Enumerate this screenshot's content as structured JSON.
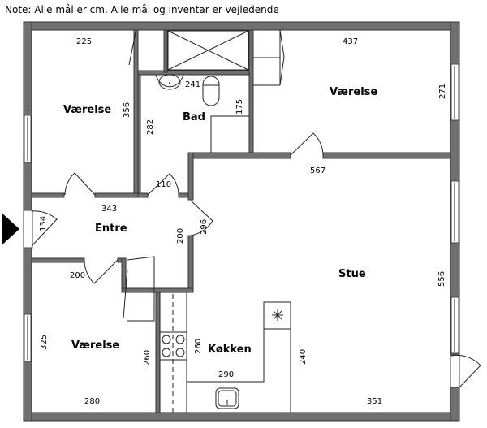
{
  "note": "Note: Alle mål er cm. Alle mål og inventar er vejledende",
  "rooms": {
    "vaerelse_1": "Værelse",
    "bad": "Bad",
    "vaerelse_2": "Værelse",
    "entre": "Entre",
    "stue": "Stue",
    "vaerelse_3": "Værelse",
    "kokken": "Køkken"
  },
  "dimensions": {
    "d225": "225",
    "d356": "356",
    "d241": "241",
    "d282": "282",
    "d175": "175",
    "d437": "437",
    "d271": "271",
    "d567": "567",
    "d343": "343",
    "d110": "110",
    "d134": "134",
    "d296": "296",
    "d200a": "200",
    "d200b": "200",
    "d556": "556",
    "d325": "325",
    "d260a": "260",
    "d260b": "260",
    "d290": "290",
    "d240": "240",
    "d280": "280",
    "d351": "351"
  },
  "colors": {
    "wall": "#707070"
  }
}
